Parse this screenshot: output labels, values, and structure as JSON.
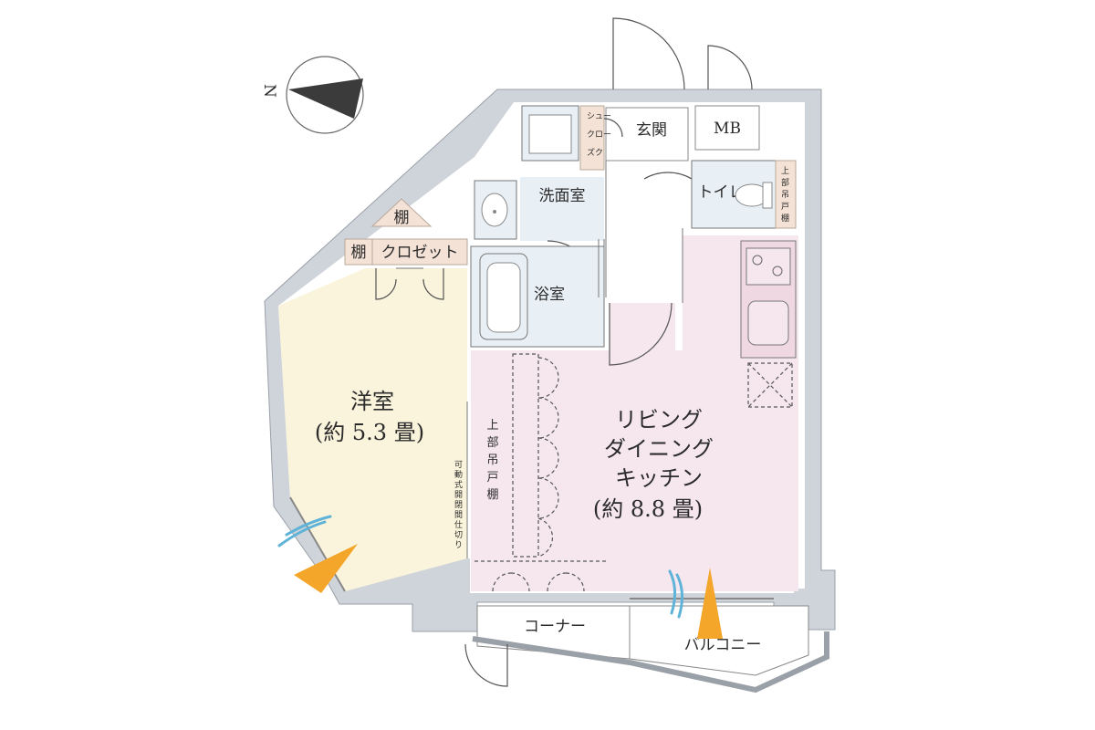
{
  "compass": {
    "north_label": "N",
    "icon": "north-arrow-icon"
  },
  "rooms": {
    "western_room": {
      "name": "洋室",
      "area": "(約 5.3 畳)",
      "color": "#fbf4dc"
    },
    "ldk": {
      "name_line1": "リビング",
      "name_line2": "ダイニング",
      "name_line3": "キッチン",
      "area": "(約 8.8 畳)",
      "color": "#f6e7ef"
    },
    "washroom": {
      "name": "洗面室",
      "color": "#e8f0f6"
    },
    "bathroom": {
      "name": "浴室",
      "color": "#e8f0f6"
    },
    "toilet": {
      "name": "トイレ",
      "color": "#e8f0f6"
    },
    "entrance": {
      "name": "玄関"
    },
    "mb": {
      "name": "MB"
    },
    "closet": {
      "name": "クロゼット",
      "color": "#f4e2d6"
    },
    "shoe_cloak": {
      "name": "シューズクローク",
      "line1": "シュー",
      "line2": "クロー",
      "line3": "ズク"
    }
  },
  "labels": {
    "shelf_top": "棚",
    "shelf_left": "棚",
    "upper_cabinet_ldk": "上部吊戸棚",
    "upper_cabinet_ldk_chars": [
      "上",
      "部",
      "吊",
      "戸",
      "棚"
    ],
    "upper_cabinet_toilet_chars": [
      "上",
      "部",
      "吊",
      "戸",
      "棚"
    ],
    "movable_partition_chars": [
      "可",
      "動",
      "式",
      "開",
      "閉",
      "間",
      "仕",
      "切",
      "り"
    ],
    "corner": "コーナー",
    "balcony": "バルコニー"
  },
  "colors": {
    "wall": "#cfd3da",
    "wall_edge": "#9aa0a8",
    "sunlight": "#f3a629",
    "wind": "#5fb3d9"
  }
}
